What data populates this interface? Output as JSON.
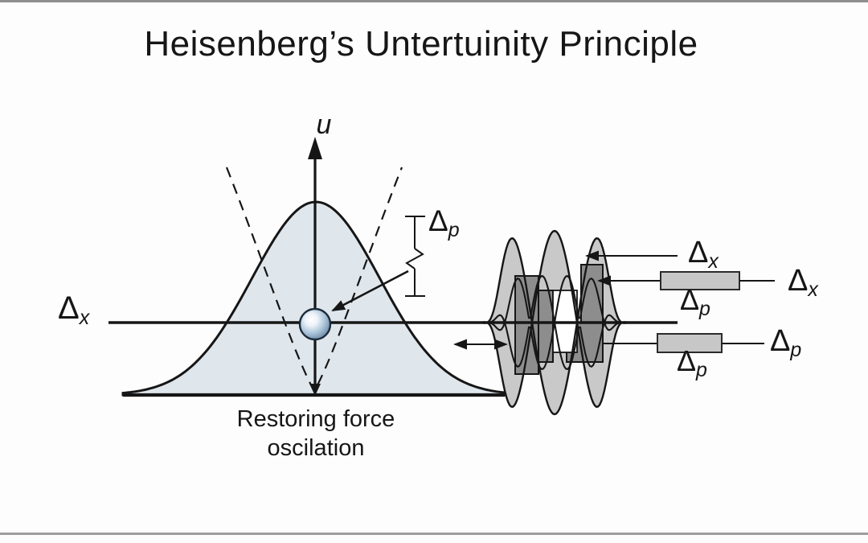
{
  "title": "Heisenberg’s Untertuinity Principle",
  "left_figure": {
    "axis_label_u": "u",
    "axis_label_dx": {
      "sym": "Δ",
      "sub": "x"
    },
    "dp_bracket_label": {
      "sym": "Δ",
      "sub": "p"
    },
    "caption_line1": "Restoring force",
    "caption_line2": "oscilation"
  },
  "right_figure": {
    "label_dx_arrow_top": {
      "sym": "Δ",
      "sub": "x"
    },
    "label_dx_right": {
      "sym": "Δ",
      "sub": "x"
    },
    "label_dp_box_top": {
      "sym": "Δ",
      "sub": "p"
    },
    "label_dp_right": {
      "sym": "Δ",
      "sub": "p"
    },
    "label_dp_box_bottom": {
      "sym": "Δ",
      "sub": "p"
    }
  },
  "colors": {
    "ink": "#161616",
    "text": "#1b1b1b",
    "bell_fill": "#dfe6ec",
    "packet_fill": "#c9c9c9",
    "dark_block_fill": "#8d8d8d",
    "label_box_fill": "#c7c7c7",
    "sphere_core": "#ffffff",
    "sphere_mid": "#a9c3d9",
    "sphere_edge": "#55728f",
    "top_rule": "#8f8f8f",
    "bottom_rule": "#9e9e9e"
  }
}
